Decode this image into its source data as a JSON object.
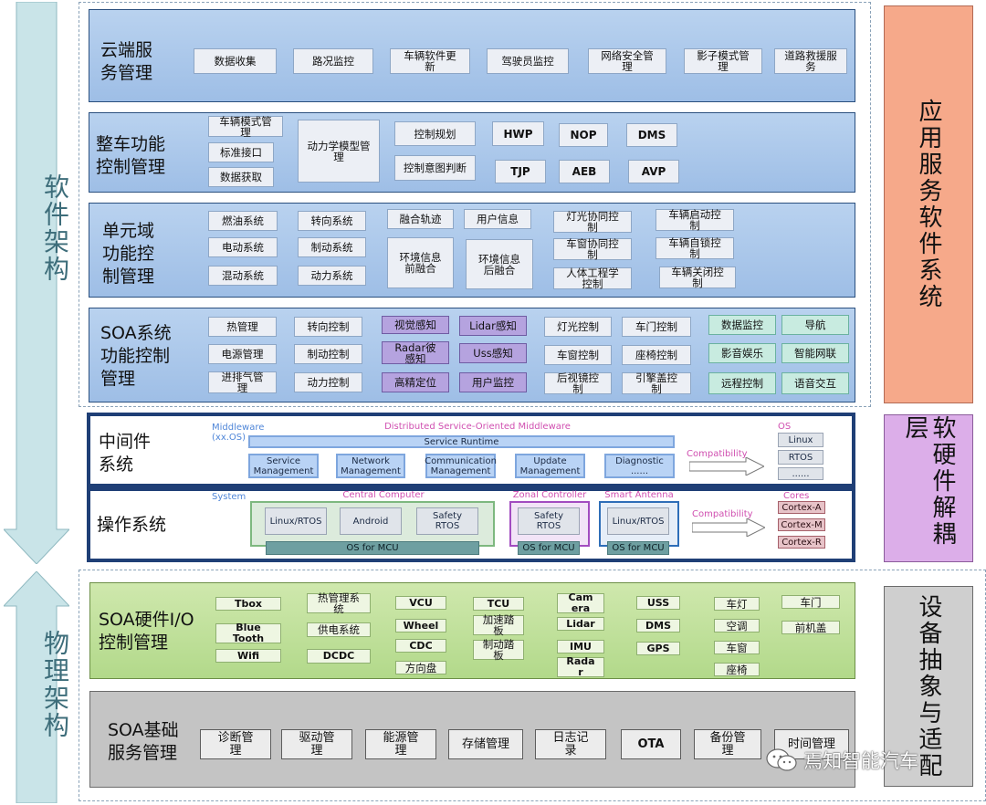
{
  "left_arrows": {
    "software": "软件架构",
    "physical": "物理架构"
  },
  "layers": {
    "cloud": {
      "title": "云端服\n务管理",
      "items": [
        "数据收集",
        "路况监控",
        "车辆软件更\n新",
        "驾驶员监控",
        "网络安全管\n理",
        "影子模式管\n理",
        "道路救援服\n务"
      ]
    },
    "vehicle": {
      "title": "整车功能\n控制管理",
      "items": [
        "车辆模式管\n理",
        "标准接口",
        "数据获取",
        "动力学模型管\n理",
        "控制规划",
        "控制意图判断",
        "HWP",
        "TJP",
        "NOP",
        "AEB",
        "DMS",
        "AVP"
      ]
    },
    "domain": {
      "title": "单元域\n功能控\n制管理",
      "items": [
        "燃油系统",
        "电动系统",
        "混动系统",
        "转向系统",
        "制动系统",
        "动力系统",
        "融合轨迹",
        "环境信息\n前融合",
        "用户信息",
        "环境信息\n后融合",
        "灯光协同控\n制",
        "车窗协同控\n制",
        "人体工程学\n控制",
        "车辆启动控\n制",
        "车辆自锁控\n制",
        "车辆关闭控\n制"
      ]
    },
    "soa": {
      "title": "SOA系统\n功能控制\n管理",
      "items": [
        "热管理",
        "电源管理",
        "进排气管\n理",
        "转向控制",
        "制动控制",
        "动力控制",
        "视觉感知",
        "Radar彼\n感知",
        "高精定位",
        "Lidar感知",
        "Uss感知",
        "用户监控",
        "灯光控制",
        "车窗控制",
        "后视镜控\n制",
        "车门控制",
        "座椅控制",
        "引擎盖控\n制",
        "数据监控",
        "影音娱乐",
        "远程控制",
        "导航",
        "智能网联",
        "语音交互"
      ]
    },
    "middleware": {
      "title": "中间件\n系统",
      "tag": "Middleware\n(xx.OS)",
      "header": "Distributed  Service-Oriented  Middleware",
      "runtime": "Service Runtime",
      "items": [
        "Service\nManagement",
        "Network\nManagement",
        "Communication\nManagement",
        "Update\nManagement",
        "Diagnostic\n......"
      ],
      "compat": "Compatibility",
      "os_title": "OS",
      "os_items": [
        "Linux",
        "RTOS",
        "......"
      ]
    },
    "os": {
      "title": "操作系统",
      "tag": "System",
      "central": "Central  Computer",
      "central_items": [
        "Linux/RTOS",
        "Android",
        "Safety\nRTOS"
      ],
      "central_mcu": "OS for MCU",
      "zonal": "Zonal Controller",
      "zonal_item": "Safety\nRTOS",
      "zonal_mcu": "OS for MCU",
      "antenna": "Smart Antenna",
      "antenna_item": "Linux/RTOS",
      "antenna_mcu": "OS for MCU",
      "compat": "Compatibility",
      "cores_title": "Cores",
      "cores": [
        "Cortex-A",
        "Cortex-M",
        "Cortex-R"
      ]
    },
    "hw": {
      "title": "SOA硬件I/O\n控制管理",
      "items": [
        "Tbox",
        "Blue\nTooth",
        "Wifi",
        "热管理系\n统",
        "供电系统",
        "DCDC",
        "VCU",
        "Wheel",
        "CDC",
        "方向盘",
        "TCU",
        "加速踏\n板",
        "制动踏\n板",
        "Cam\nera",
        "Lidar",
        "IMU",
        "Rada\nr",
        "USS",
        "DMS",
        "GPS",
        "车灯",
        "空调",
        "车窗",
        "座椅",
        "车门",
        "前机盖"
      ]
    },
    "base": {
      "title": "SOA基础\n服务管理",
      "items": [
        "诊断管\n理",
        "驱动管\n理",
        "能源管\n理",
        "存储管理",
        "日志记\n录",
        "OTA",
        "备份管\n理",
        "时间管理"
      ]
    }
  },
  "right_panels": {
    "app": "应用服务软件系统",
    "decouple": "软硬件解耦层",
    "abstraction": "设备抽象与适配"
  },
  "watermark": "焉知智能汽车",
  "colors": {
    "blue_band": "#9ebee6",
    "green_band": "#b2d98a",
    "gray_band": "#c4c4c4",
    "app_panel": "#f6a98a",
    "decouple_panel": "#dcaee9",
    "abstraction_panel": "#cfcfcf",
    "arrow": "#c9e4e8"
  }
}
